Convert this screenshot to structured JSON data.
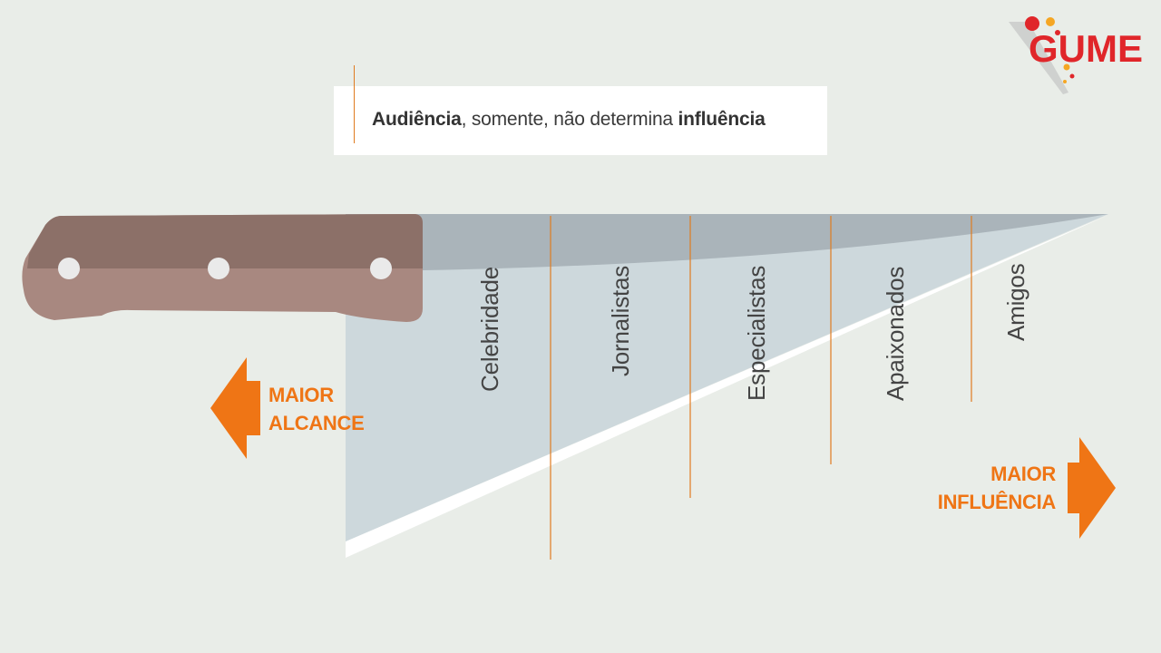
{
  "brand": {
    "logo_text": "GUME",
    "accent": "#ef7515"
  },
  "headline": {
    "part1": "Audiência",
    "part2": ", somente, não determina ",
    "part3": "influência"
  },
  "segments": [
    "Celebridade",
    "Jornalistas",
    "Especialistas",
    "Apaixonados",
    "Amigos"
  ],
  "left_arrow": {
    "line1": "MAIOR",
    "line2": "ALCANCE",
    "icon": "arrow-left-icon"
  },
  "right_arrow": {
    "line1": "MAIOR",
    "line2": "INFLUÊNCIA",
    "icon": "arrow-right-icon"
  },
  "colors": {
    "background": "#e9ede8",
    "blade": "#cdd8dc",
    "blade_spine": "#aab4ba",
    "handle": "#a88880",
    "handle_top": "#8c7068",
    "accent": "#ef7515",
    "divider": "#e07b20"
  }
}
